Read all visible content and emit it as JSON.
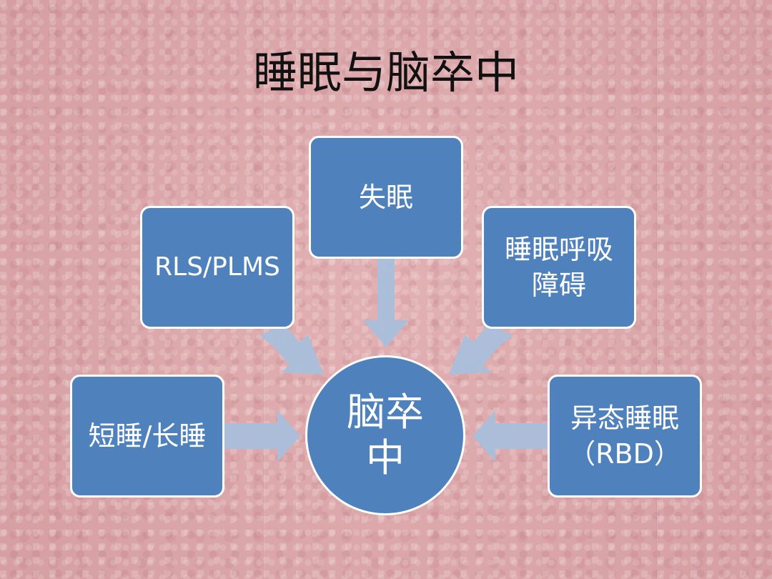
{
  "slide": {
    "title": "睡眠与脑卒中"
  },
  "diagram": {
    "center": {
      "label": "脑卒中"
    },
    "nodes": [
      {
        "id": "insomnia",
        "label": "失眠"
      },
      {
        "id": "rls",
        "label": "RLS/PLMS"
      },
      {
        "id": "sdb",
        "label": "睡眠呼吸障碍"
      },
      {
        "id": "short-long",
        "label": "短睡/长睡"
      },
      {
        "id": "parasomnia",
        "label": "异态睡眠（RBD）"
      }
    ]
  },
  "colors": {
    "box_fill": "#4f81bd",
    "box_border": "#ffffff",
    "arrow": "#a9bfdb",
    "background": "#dba6a9"
  }
}
